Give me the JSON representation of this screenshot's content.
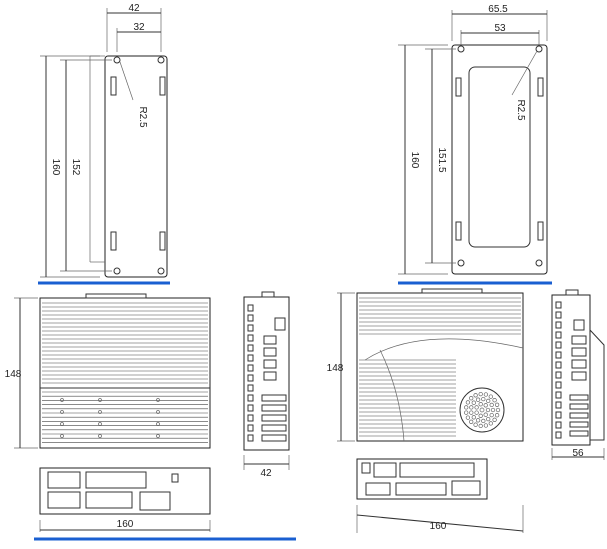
{
  "colors": {
    "accent_underline": "#1a5fd1",
    "line": "#333333"
  },
  "views": {
    "bracket_narrow": {
      "width_outer": "42",
      "width_hole": "32",
      "height_outer": "160",
      "height_hole": "152",
      "radius": "R2.5"
    },
    "bracket_wide": {
      "width_outer": "65.5",
      "width_hole": "53",
      "height_outer": "160",
      "height_hole": "151.5",
      "radius": "R2.5"
    },
    "drive_small": {
      "height": "148",
      "depth": "42",
      "width": "160"
    },
    "drive_large": {
      "height": "148",
      "depth": "56",
      "width": "160"
    }
  }
}
